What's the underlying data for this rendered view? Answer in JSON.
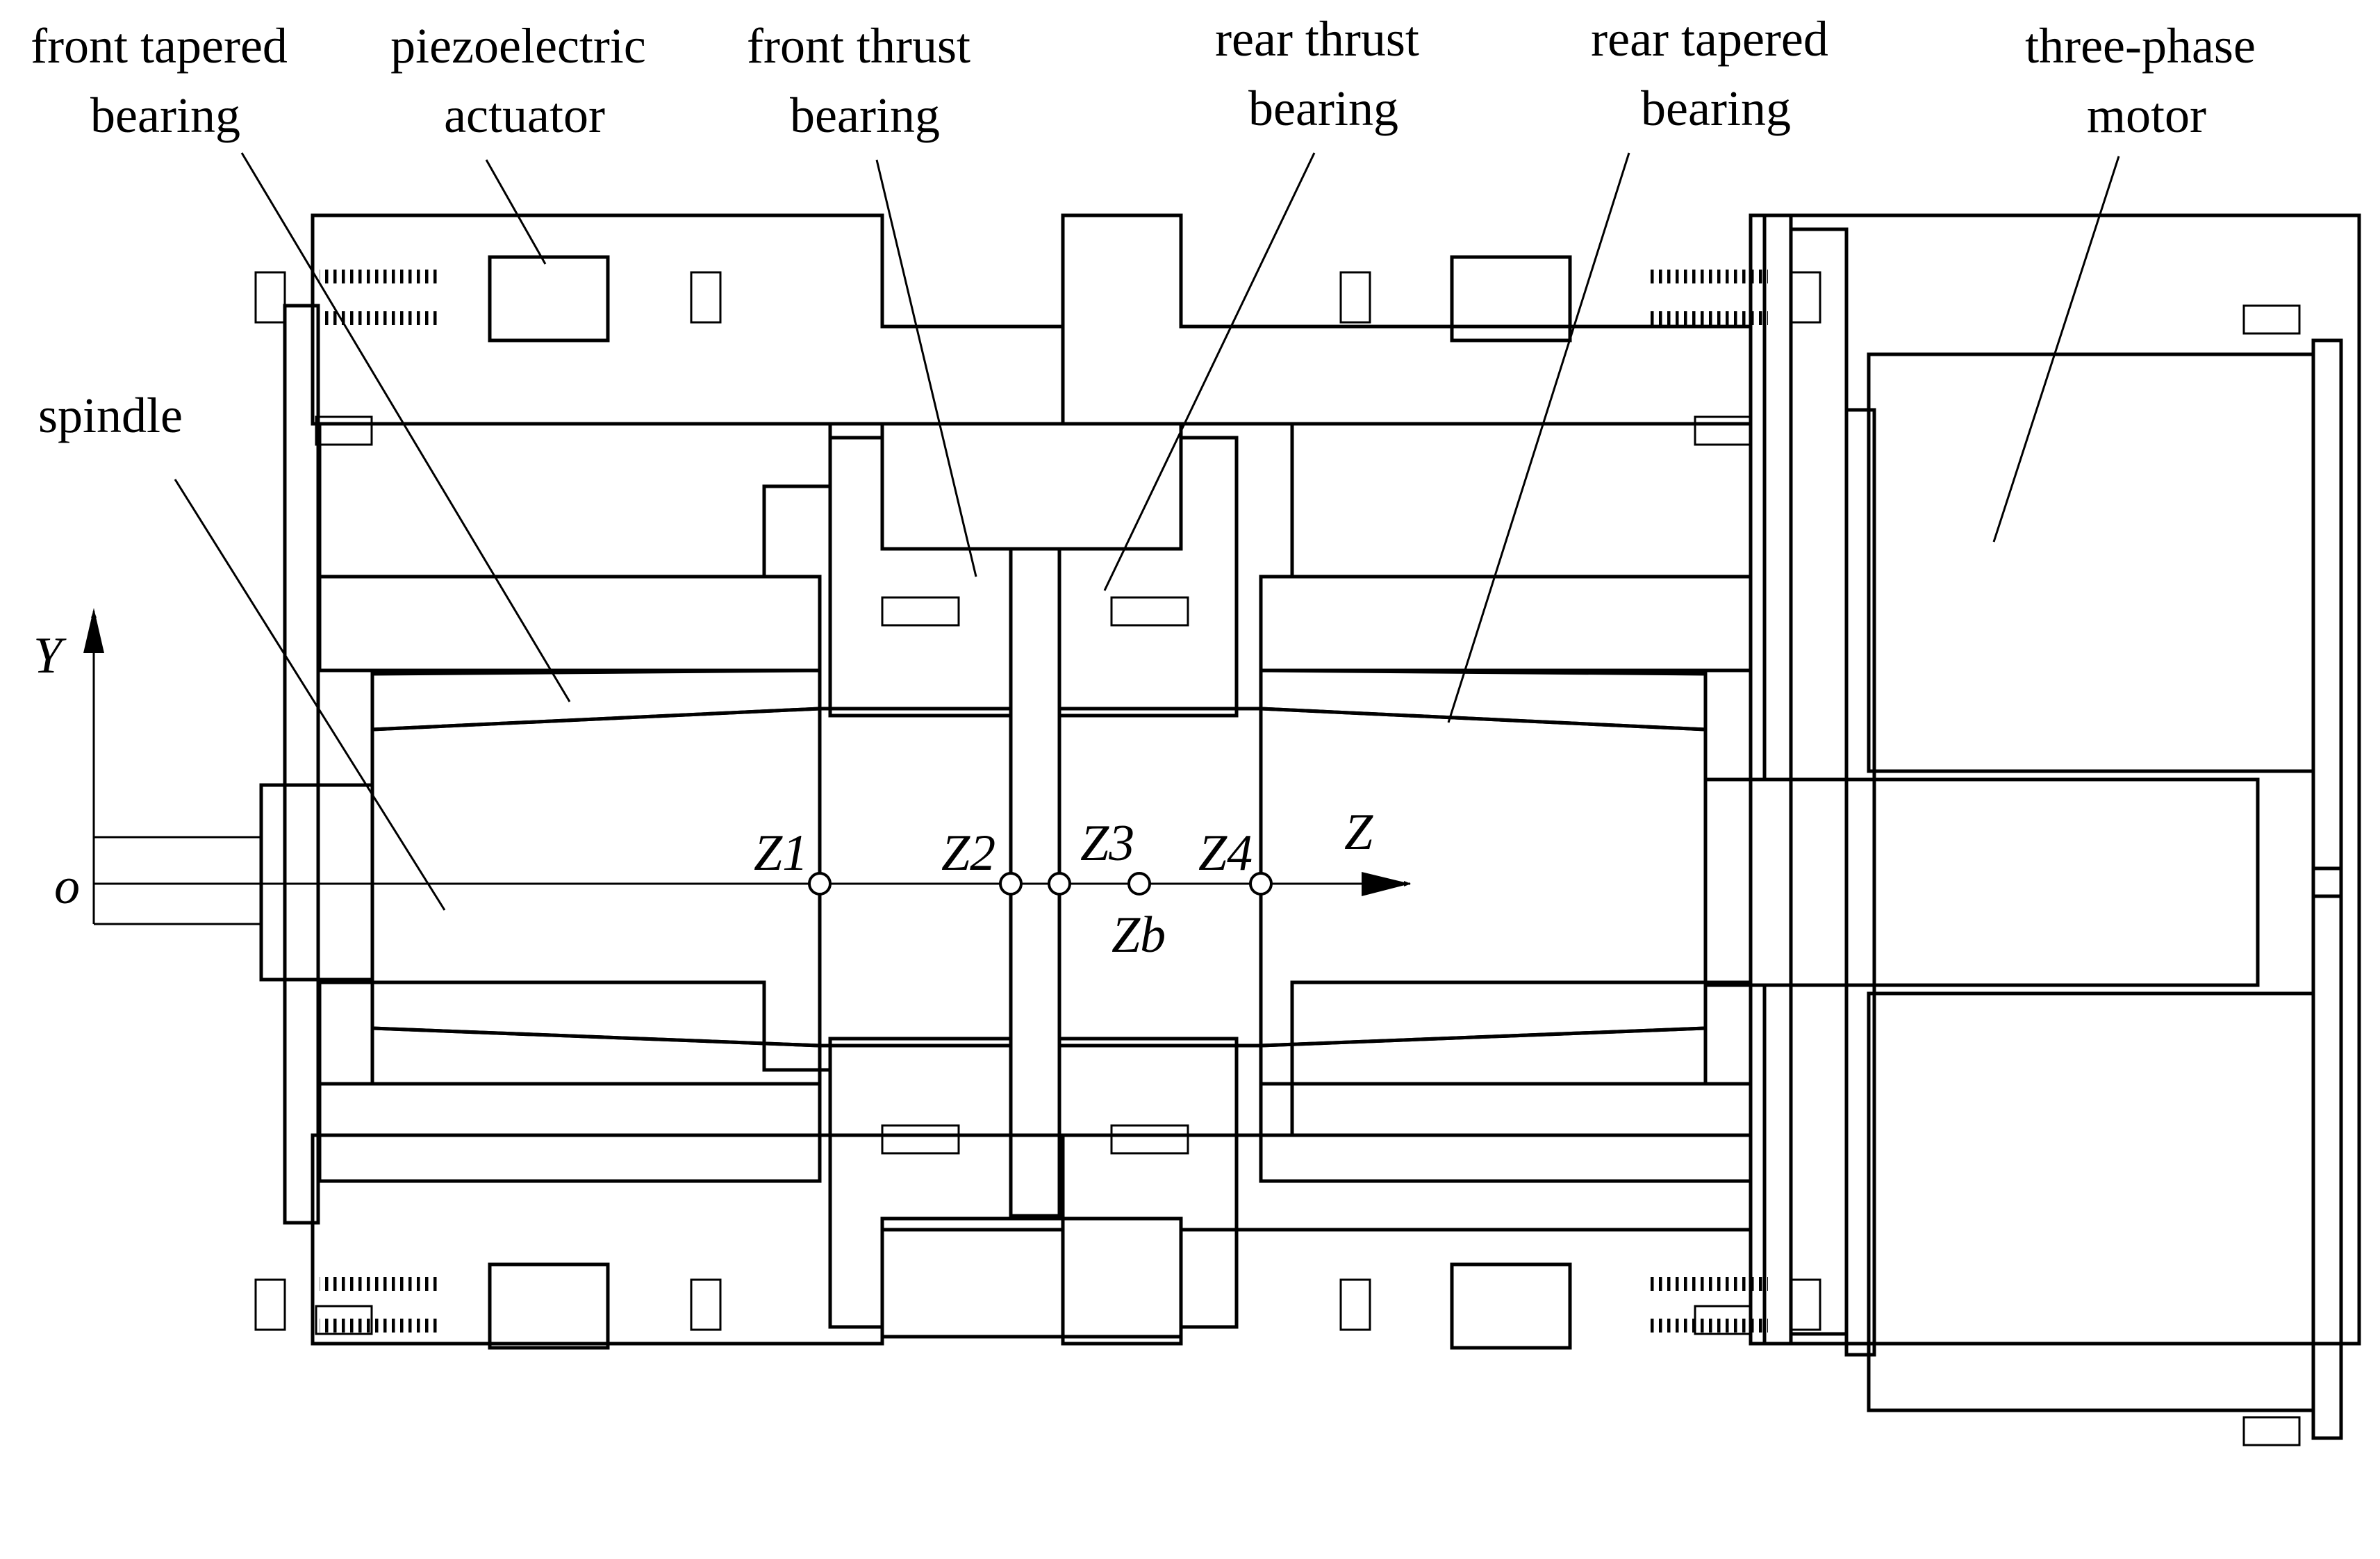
{
  "labels": {
    "front_tapered_bearing": [
      "front tapered",
      "bearing"
    ],
    "piezoelectric_actuator": [
      "piezoelectric",
      "actuator"
    ],
    "front_thrust_bearing": [
      "front thrust",
      "bearing"
    ],
    "rear_thrust_bearing": [
      "rear thrust",
      "bearing"
    ],
    "rear_tapered_bearing": [
      "rear tapered",
      "bearing"
    ],
    "three_phase_motor": [
      "three-phase",
      "motor"
    ],
    "spindle": "spindle"
  },
  "axes": {
    "y": "Y",
    "z": "Z",
    "origin": "o"
  },
  "points": {
    "z1": "Z1",
    "z2": "Z2",
    "z3": "Z3",
    "z4": "Z4",
    "zb": "Zb"
  },
  "colors": {
    "ink": "#000000",
    "background": "#ffffff"
  }
}
